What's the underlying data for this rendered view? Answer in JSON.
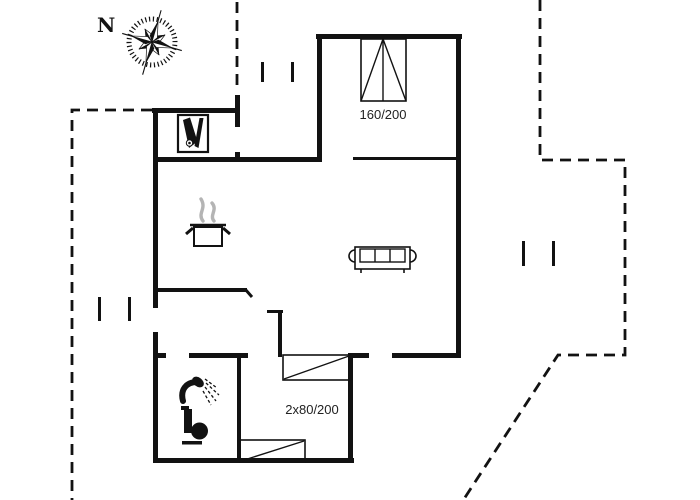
{
  "compass": {
    "label": "N"
  },
  "labels": {
    "double_bed": "160/200",
    "twin_beds": "2x80/200"
  },
  "colors": {
    "line": "#121212",
    "steam": "#b4b4b4",
    "text": "#222222",
    "background": "#ffffff"
  },
  "icons": {
    "compass-rose-icon": "8-point compass rose with tick ring",
    "vacuum-cleaner-icon": "cleaning/utility symbol in square box",
    "cooking-pot-icon": "cooking pot (kitchen)",
    "steam-icon": "steam wisps above pot",
    "sofa-icon": "three-seat sofa",
    "shower-icon": "shower head with spray",
    "toilet-icon": "toilet silhouette",
    "double-bed-icon": "double bed with folded duvet symbol",
    "single-bed-icon": "single bed rectangle with diagonal",
    "window-marker-icon": "pair of short parallel ticks",
    "dashed-boundary": "terrace / plot dashed outline"
  }
}
